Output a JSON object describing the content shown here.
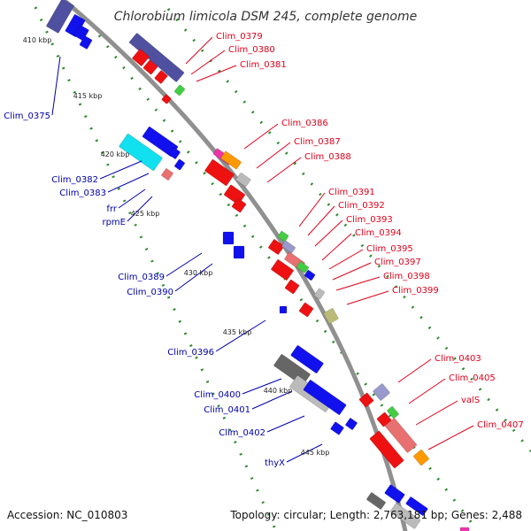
{
  "title": "Chlorobium limicola DSM 245, complete genome",
  "footer": {
    "accession": "Accession: NC_010803",
    "summary": "Topology: circular; Length: 2,763,181 bp; Genes: 2,488"
  },
  "colors": {
    "backbone": "#888888",
    "tick_green": "#2e8b2e",
    "forward_label": "#e0001a",
    "reverse_label": "#0000aa",
    "red": "#ee1111",
    "blue": "#1111ee",
    "darkblue": "#5050a0",
    "cyan": "#11e0ee",
    "gray": "#bbbbbb",
    "darkgray": "#666666",
    "pink": "#e87070",
    "orange": "#ff9900",
    "green": "#44cc44",
    "magenta": "#ee33aa",
    "lavender": "#9999cc",
    "khaki": "#bbbb77"
  },
  "kbp_markers": [
    "410 kbp",
    "415 kbp",
    "420 kbp",
    "425 kbp",
    "430 kbp",
    "435 kbp",
    "440 kbp",
    "445 kbp"
  ],
  "forward_labels": [
    "Clim_0379",
    "Clim_0380",
    "Clim_0381",
    "Clim_0386",
    "Clim_0387",
    "Clim_0388",
    "Clim_0391",
    "Clim_0392",
    "Clim_0393",
    "Clim_0394",
    "Clim_0395",
    "Clim_0397",
    "Clim_0398",
    "Clim_0399",
    "Clim_0403",
    "Clim_0405",
    "valS",
    "Clim_0407"
  ],
  "reverse_labels": [
    "Clim_0375",
    "Clim_0382",
    "Clim_0383",
    "frr",
    "rpmE",
    "Clim_0389",
    "Clim_0390",
    "Clim_0396",
    "Clim_0400",
    "Clim_0401",
    "Clim_0402",
    "thyX"
  ]
}
